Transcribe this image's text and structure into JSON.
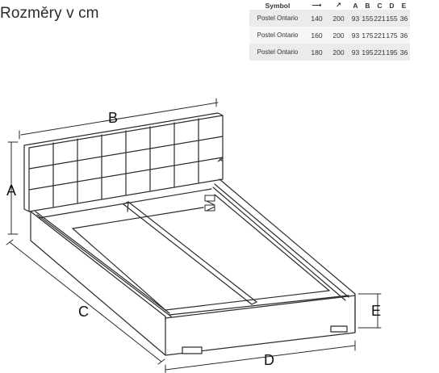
{
  "title": "Rozměry v cm",
  "table": {
    "headers": [
      "Symbol",
      "⟶",
      "↗",
      "A",
      "B",
      "C",
      "D",
      "E"
    ],
    "rows": [
      {
        "name": "Postel Ontario",
        "values": [
          "140",
          "200",
          "93",
          "155",
          "221",
          "155",
          "36"
        ]
      },
      {
        "name": "Postel Ontario",
        "values": [
          "160",
          "200",
          "93",
          "175",
          "221",
          "175",
          "36"
        ]
      },
      {
        "name": "Postel Ontario",
        "values": [
          "180",
          "200",
          "93",
          "195",
          "221",
          "195",
          "36"
        ]
      }
    ]
  },
  "drawing": {
    "labels": {
      "A": "A",
      "B": "B",
      "C": "C",
      "D": "D",
      "E": "E",
      "small_a": "A"
    }
  }
}
